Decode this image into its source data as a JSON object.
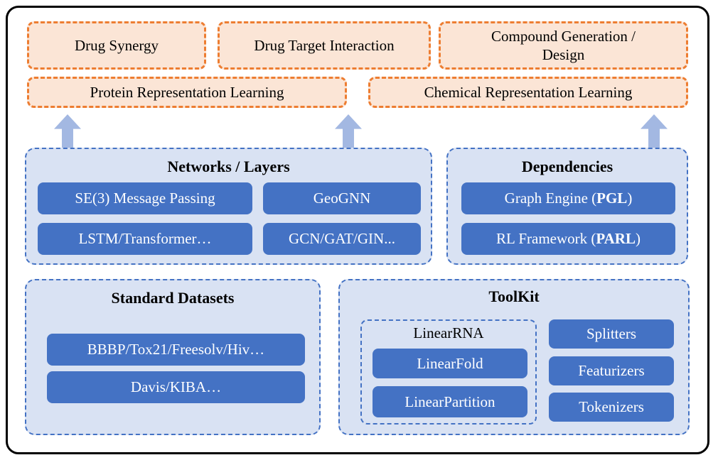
{
  "palette": {
    "orange_fill": "#FBE5D6",
    "orange_border": "#ED7D31",
    "blue_pill": "#4472C4",
    "panel_fill": "#D9E2F3",
    "panel_border": "#4472C4",
    "arrow": "#A3B8E2",
    "frame_border": "#000000",
    "pill_text": "#FFFFFF",
    "label_text": "#000000"
  },
  "applications": {
    "drug_synergy": "Drug Synergy",
    "drug_target_interaction": "Drug Target Interaction",
    "compound_generation_line1": "Compound Generation /",
    "compound_generation_line2": "Design",
    "protein_representation": "Protein Representation Learning",
    "chemical_representation": "Chemical Representation Learning"
  },
  "networks": {
    "title": "Networks / Layers",
    "items": [
      "SE(3) Message Passing",
      "GeoGNN",
      "LSTM/Transformer…",
      "GCN/GAT/GIN..."
    ]
  },
  "dependencies": {
    "title": "Dependencies",
    "items": [
      {
        "pre": "Graph Engine (",
        "bold": "PGL",
        "post": ")"
      },
      {
        "pre": "RL Framework (",
        "bold": "PARL",
        "post": ")"
      }
    ]
  },
  "datasets": {
    "title": "Standard Datasets",
    "items": [
      "BBBP/Tox21/Freesolv/Hiv…",
      "Davis/KIBA…"
    ]
  },
  "toolkit": {
    "title": "ToolKit",
    "linear_rna": {
      "label": "LinearRNA",
      "items": [
        "LinearFold",
        "LinearPartition"
      ]
    },
    "tools": [
      "Splitters",
      "Featurizers",
      "Tokenizers"
    ]
  }
}
